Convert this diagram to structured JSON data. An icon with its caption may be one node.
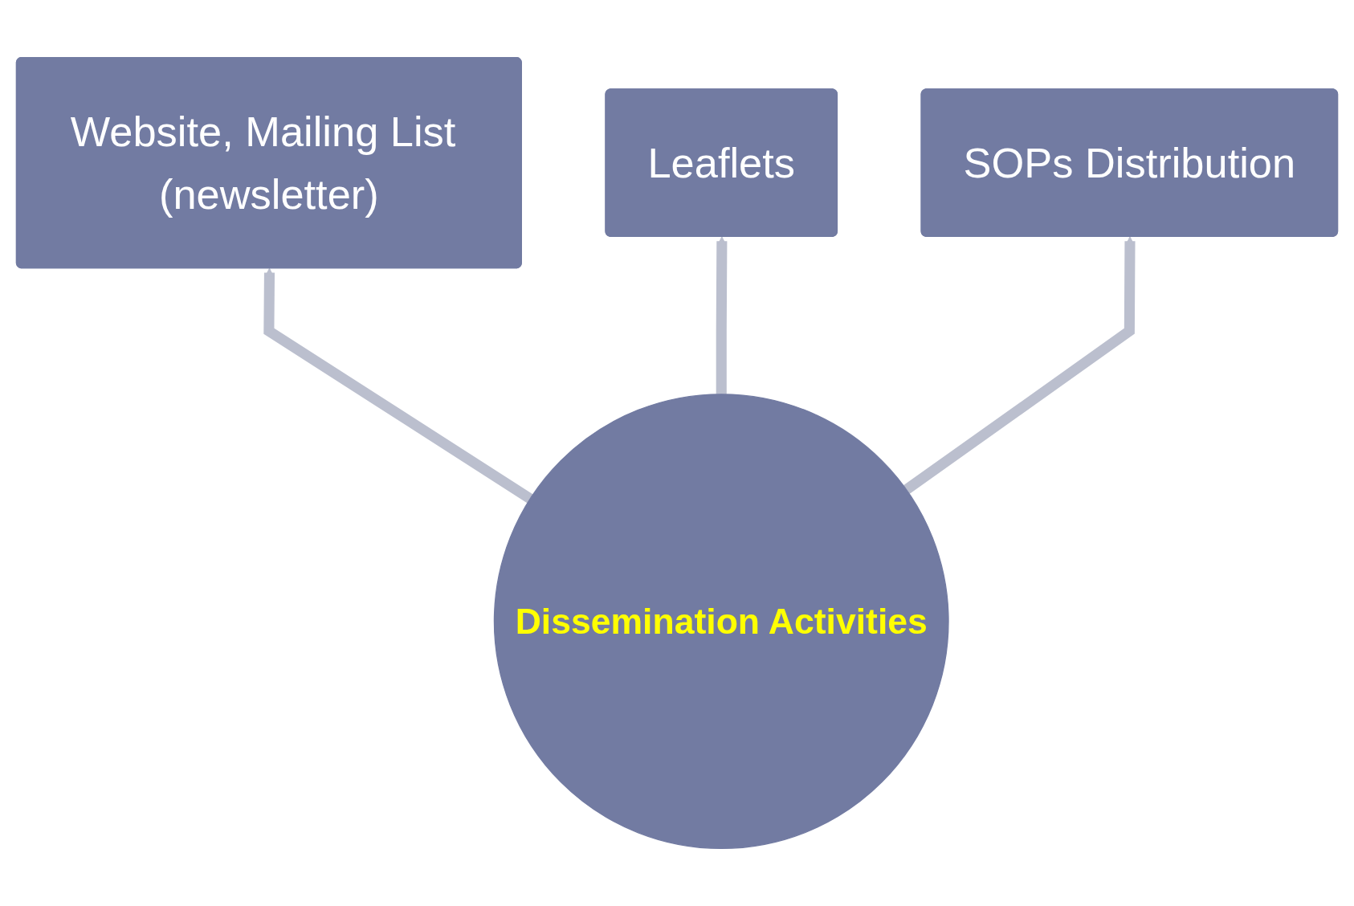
{
  "diagram": {
    "nodes": [
      {
        "text": [
          "Leaflets"
        ]
      },
      {
        "text": [
          "Website, Mailing List (newsletter)"
        ]
      },
      {
        "text": [
          "SOPs Distribution"
        ]
      },
      {
        "text": [
          "Dissemination Activities"
        ]
      }
    ],
    "edges": [
      {
        "from": 3,
        "to": 1,
        "arrow": "to"
      },
      {
        "from": 3,
        "to": 0,
        "arrow": "to"
      },
      {
        "from": 3,
        "to": 2,
        "arrow": "to"
      }
    ]
  }
}
